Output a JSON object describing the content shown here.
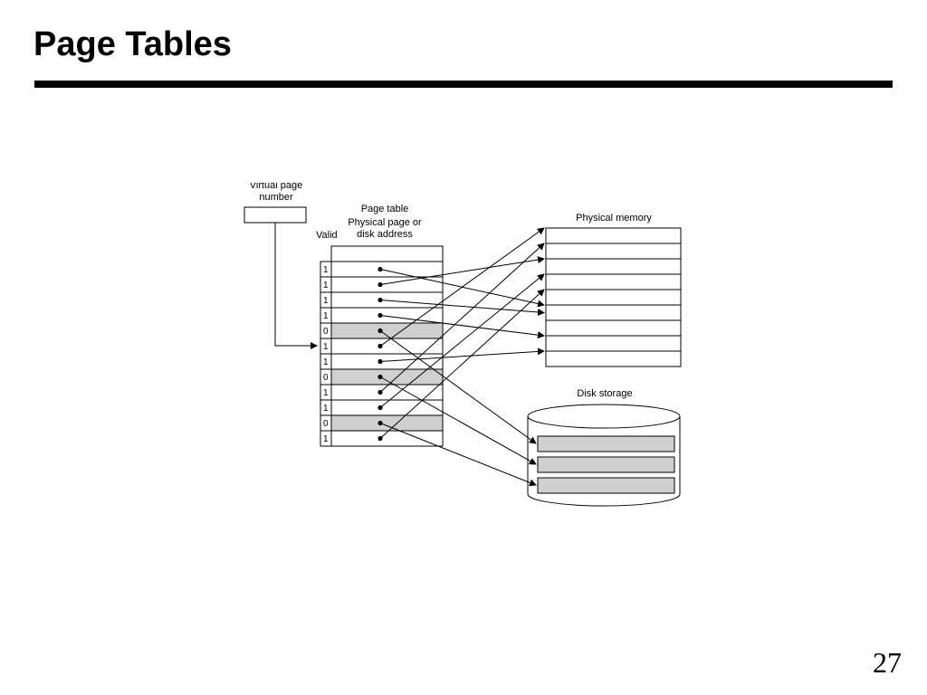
{
  "slide": {
    "title": "Page Tables",
    "page_number": "27"
  },
  "diagram": {
    "virtual_page_label_line1": "Virtual page",
    "virtual_page_label_line2": "number",
    "page_table_label": "Page table",
    "physical_page_label_line1": "Physical page or",
    "physical_page_label_line2": "disk address",
    "valid_label": "Valid",
    "physical_memory_label": "Physical memory",
    "disk_storage_label": "Disk storage",
    "valid_bits": [
      "1",
      "1",
      "1",
      "1",
      "0",
      "1",
      "1",
      "0",
      "1",
      "1",
      "0",
      "1"
    ],
    "colors": {
      "invalid_fill": "#d0d0d0",
      "line": "#000000"
    }
  }
}
